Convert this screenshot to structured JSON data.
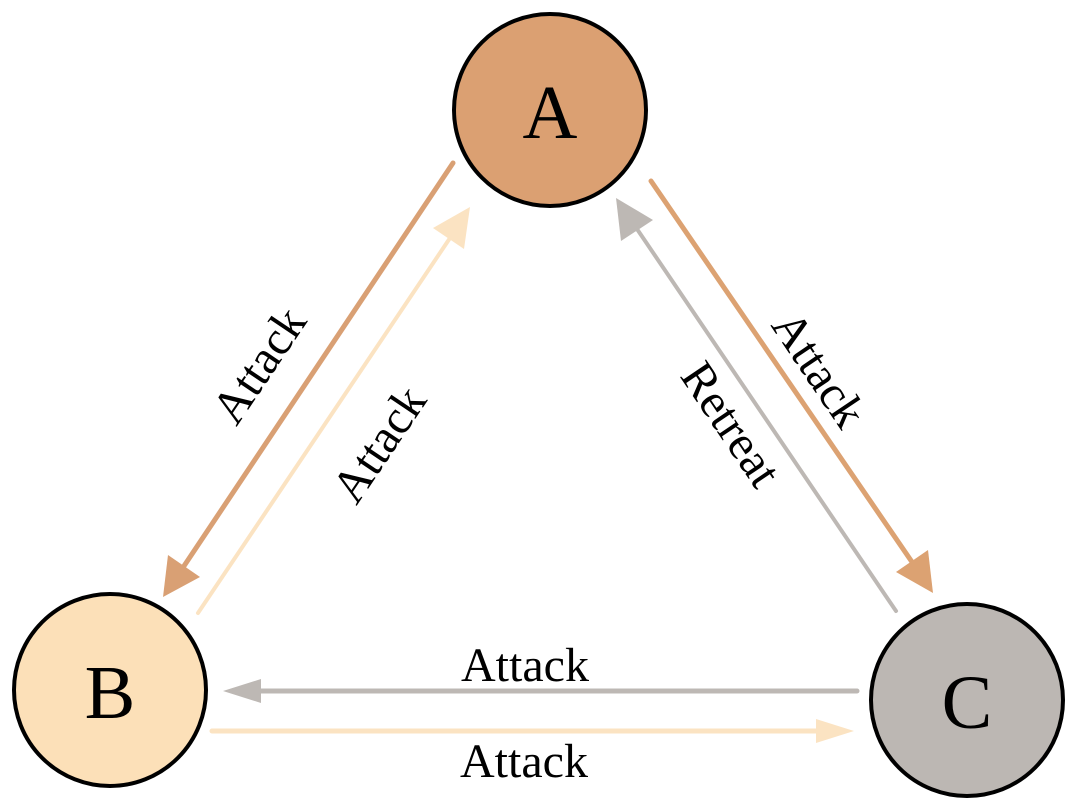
{
  "nodes": [
    {
      "id": "A",
      "label": "A",
      "fill": "#DBA072"
    },
    {
      "id": "B",
      "label": "B",
      "fill": "#FCE0B8"
    },
    {
      "id": "C",
      "label": "C",
      "fill": "#BCB7B3"
    }
  ],
  "edges": [
    {
      "from": "A",
      "to": "B",
      "label": "Attack",
      "color": "#D9A074"
    },
    {
      "from": "B",
      "to": "A",
      "label": "Attack",
      "color": "#FBE3C2"
    },
    {
      "from": "A",
      "to": "C",
      "label": "Attack",
      "color": "#DCA272"
    },
    {
      "from": "C",
      "to": "A",
      "label": "Retreat",
      "color": "#BDB8B4"
    },
    {
      "from": "C",
      "to": "B",
      "label": "Attack",
      "color": "#BDB8B4"
    },
    {
      "from": "B",
      "to": "C",
      "label": "Attack",
      "color": "#FBE3C2"
    }
  ],
  "outline_color": "#000000"
}
